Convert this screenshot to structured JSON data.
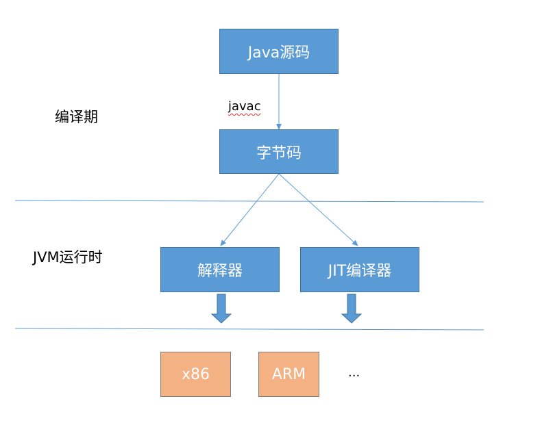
{
  "phases": {
    "compile": "编译期",
    "runtime": "JVM运行时"
  },
  "nodes": {
    "source": "Java源码",
    "bytecode": "字节码",
    "interpreter": "解释器",
    "jit": "JIT编译器",
    "x86": "x86",
    "arm": "ARM",
    "more": "..."
  },
  "edges": {
    "javac": "javac"
  },
  "colors": {
    "process_fill": "#5b9bd5",
    "process_border": "#41719c",
    "platform_fill": "#f4b183",
    "line": "#5b9bd5"
  }
}
